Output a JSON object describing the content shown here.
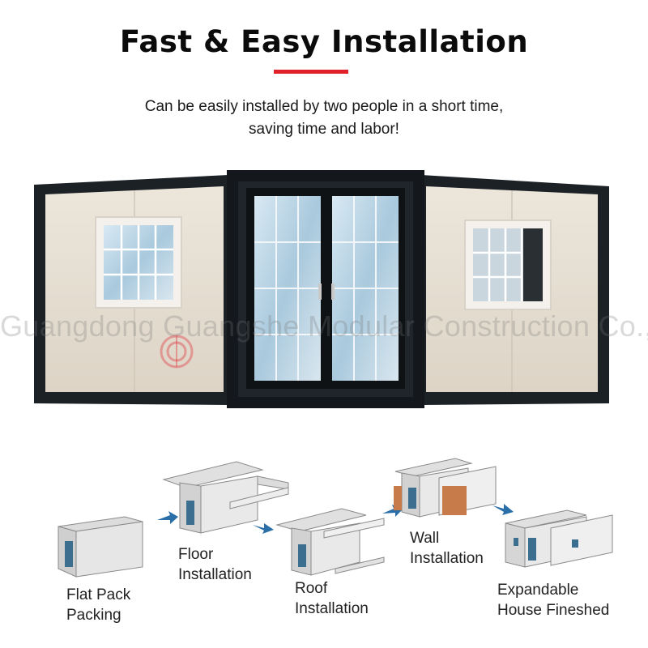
{
  "header": {
    "title": "Fast & Easy Installation",
    "subtitle_line1": "Can be easily installed by two people in a short time,",
    "subtitle_line2": "saving time and labor!",
    "accent_color": "#e0202a"
  },
  "watermark": {
    "text": "Guangdong Guangshe Modular Construction Co., Ltd."
  },
  "steps": [
    {
      "line1": "Flat Pack",
      "line2": "Packing"
    },
    {
      "line1": "Floor",
      "line2": "Installation"
    },
    {
      "line1": "Roof",
      "line2": "Installation"
    },
    {
      "line1": "Wall",
      "line2": "Installation"
    },
    {
      "line1": "Expandable",
      "line2": "House Fineshed"
    }
  ],
  "colors": {
    "frame": "#1c2126",
    "panel": "#e6dfd3",
    "glass": "#bcd6e6",
    "arrow": "#2a6fa8"
  }
}
